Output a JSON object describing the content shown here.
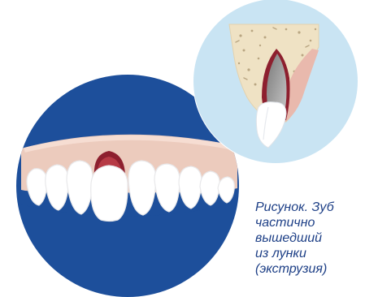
{
  "caption": {
    "lines": [
      "Рисунок. Зуб",
      "частично",
      "вышедший",
      "из лунки",
      "(экструзия)"
    ]
  }
}
